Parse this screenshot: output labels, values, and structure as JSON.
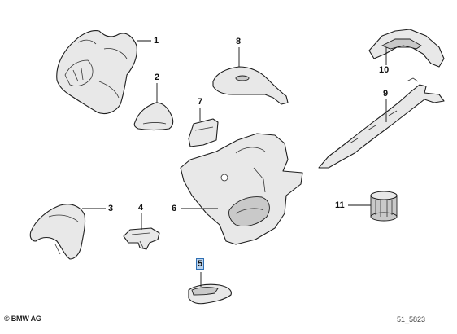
{
  "diagram": {
    "callouts": [
      {
        "id": "1",
        "label": "1"
      },
      {
        "id": "2",
        "label": "2"
      },
      {
        "id": "3",
        "label": "3"
      },
      {
        "id": "4",
        "label": "4"
      },
      {
        "id": "5",
        "label": "5",
        "selected": true
      },
      {
        "id": "6",
        "label": "6"
      },
      {
        "id": "7",
        "label": "7"
      },
      {
        "id": "8",
        "label": "8"
      },
      {
        "id": "9",
        "label": "9"
      },
      {
        "id": "10",
        "label": "10"
      },
      {
        "id": "11",
        "label": "11"
      }
    ],
    "copyright": "© BMW AG",
    "diagram_id": "51_5823"
  }
}
